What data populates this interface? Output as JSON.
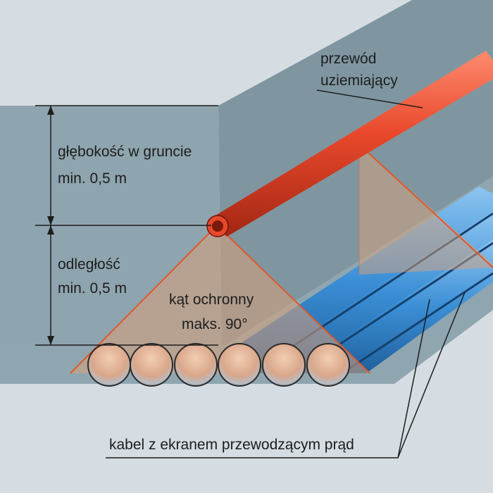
{
  "labels": {
    "earth_wire_line1": "przewód",
    "earth_wire_line2": "uziemiający",
    "depth_line1": "głębokość w gruncie",
    "depth_line2": "min. 0,5 m",
    "distance_line1": "odległość",
    "distance_line2": "min. 0,5 m",
    "angle_line1": "kąt ochronny",
    "angle_line2": "maks. 90°",
    "cable": "kabel z ekranem przewodzącym prąd"
  },
  "colors": {
    "background": "#ffffff",
    "ground_light": "#d5dde2",
    "trench_wall_left": "#8fa5af",
    "trench_wall_back": "#7d939e",
    "trench_floor": "#8da3ad",
    "earth_wire": "#e8482b",
    "cable": "#3b8fd6",
    "cable_core": "#d9a78a",
    "protection_zone": "#d8a17a",
    "protection_line": "#e0582b",
    "dimension_line": "#1d1d1d"
  }
}
